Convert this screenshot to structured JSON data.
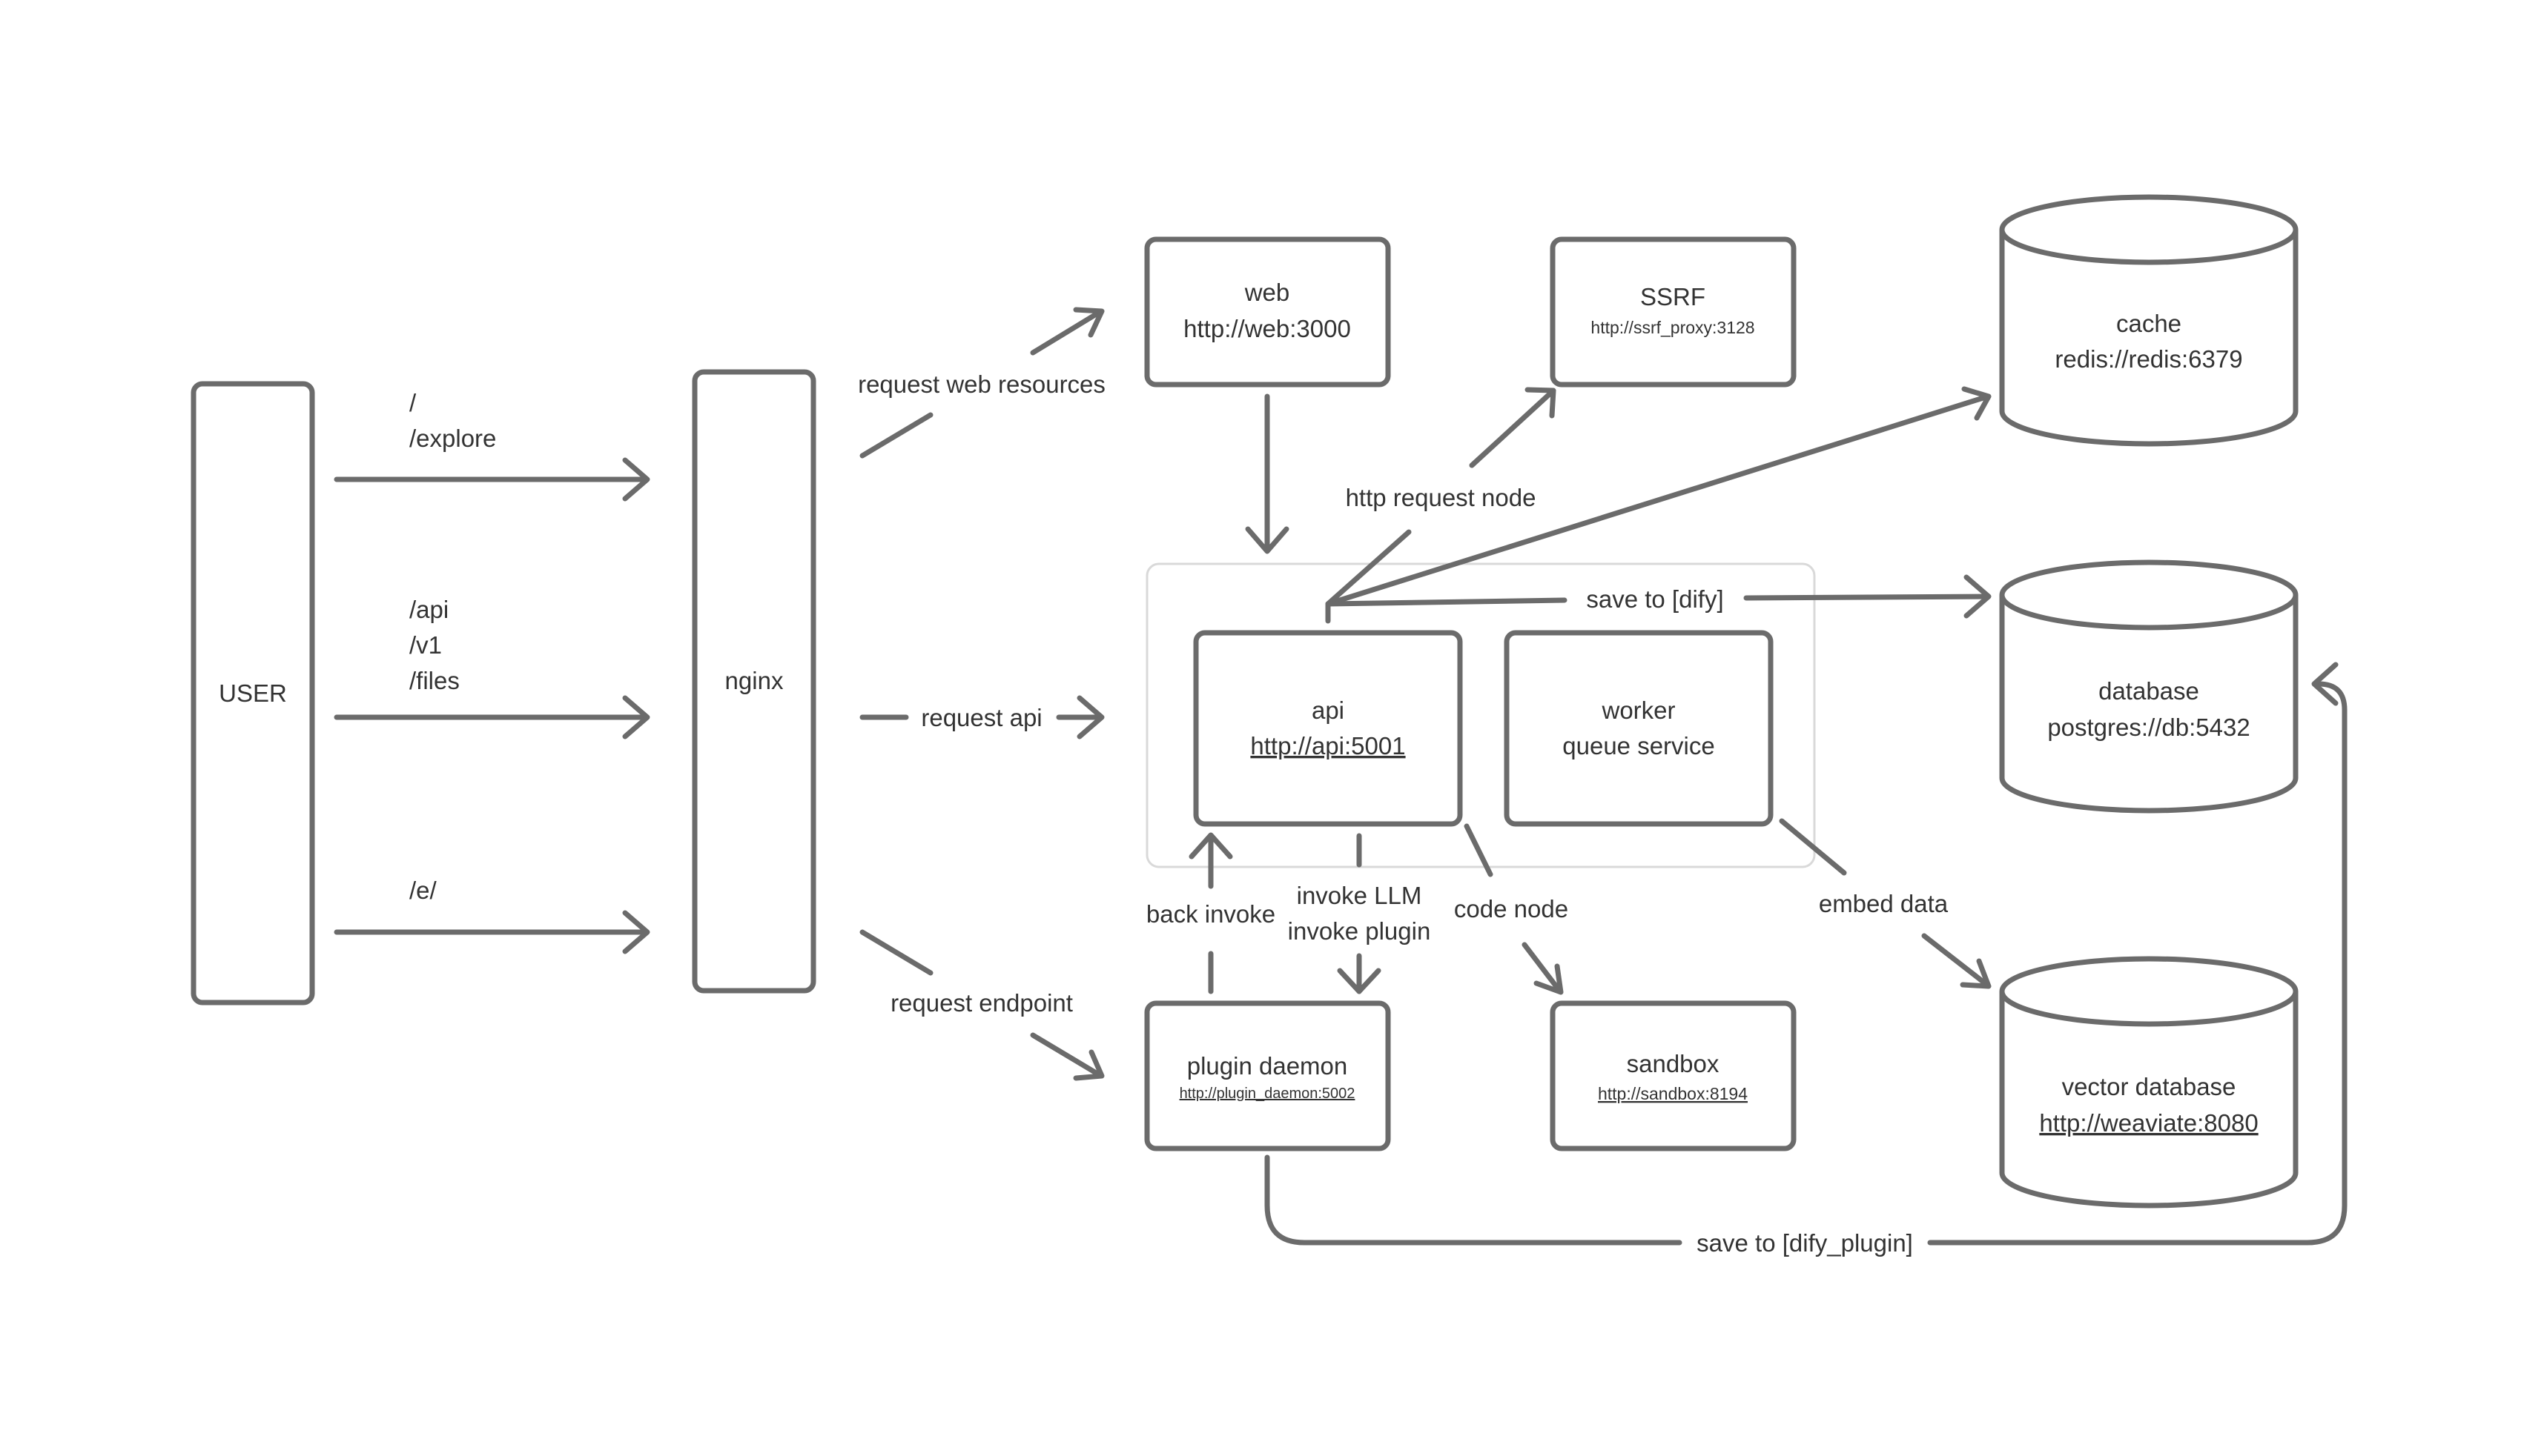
{
  "nodes": {
    "user": {
      "label": "USER"
    },
    "nginx": {
      "label": "nginx"
    },
    "web": {
      "name": "web",
      "url": "http://web:3000"
    },
    "ssrf": {
      "name": "SSRF",
      "url": "http://ssrf_proxy:3128"
    },
    "cache": {
      "name": "cache",
      "url": "redis://redis:6379"
    },
    "api": {
      "name": "api",
      "url": "http://api:5001"
    },
    "worker": {
      "name": "worker",
      "subtitle": "queue service"
    },
    "database": {
      "name": "database",
      "url": "postgres://db:5432"
    },
    "plugin_daemon": {
      "name": "plugin daemon",
      "url": "http://plugin_daemon:5002"
    },
    "sandbox": {
      "name": "sandbox",
      "url": "http://sandbox:8194"
    },
    "vector_db": {
      "name": "vector database",
      "url": "http://weaviate:8080"
    }
  },
  "routes": {
    "web": [
      "/",
      "/explore"
    ],
    "api": [
      "/api",
      "/v1",
      "/files"
    ],
    "endpoint": [
      "/e/"
    ]
  },
  "edges": {
    "request_web": "request web resources",
    "request_api": "request api",
    "request_endpoint": "request endpoint",
    "http_request_node": "http request node",
    "save_dify": "save to [dify]",
    "back_invoke": "back invoke",
    "invoke_llm": "invoke LLM",
    "invoke_plugin": "invoke plugin",
    "code_node": "code node",
    "embed_data": "embed data",
    "save_dify_plugin": "save to [dify_plugin]"
  }
}
